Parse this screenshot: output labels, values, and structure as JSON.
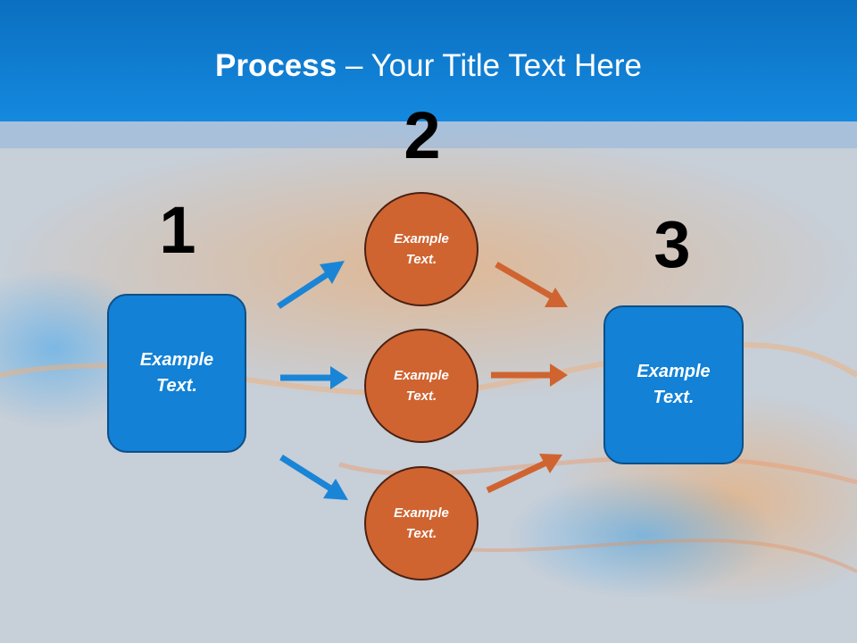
{
  "slide": {
    "title_bold": "Process",
    "title_rest": " – Your Title Text Here"
  },
  "colors": {
    "header": "#1489df",
    "box_fill": "#1281d6",
    "box_border": "#0e4f86",
    "circle_fill": "#cf6431",
    "circle_border": "#4a2112",
    "blue_arrow": "#1a85d6",
    "orange_arrow": "#cf6431"
  },
  "steps": {
    "one": "1",
    "two": "2",
    "three": "3"
  },
  "nodes": {
    "left_box": "Example Text.",
    "circle_top": "Example Text.",
    "circle_middle": "Example Text.",
    "circle_bottom": "Example Text.",
    "right_box": "Example Text."
  }
}
